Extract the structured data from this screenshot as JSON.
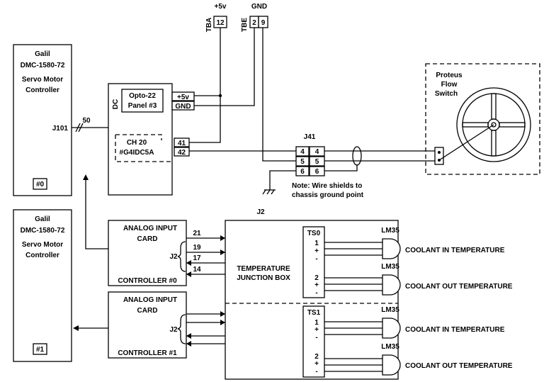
{
  "controllers": [
    {
      "brand": "Galil",
      "model": "DMC-1580-72",
      "line1": "Servo Motor",
      "line2": "Controller",
      "connector": "J101",
      "badge": "#0"
    },
    {
      "brand": "Galil",
      "model": "DMC-1580-72",
      "line1": "Servo Motor",
      "line2": "Controller",
      "badge": "#1"
    }
  ],
  "cable_count": "50",
  "opto": {
    "side_label": "DC",
    "panel_line1": "Opto-22",
    "panel_line2": "Panel #3",
    "pwr": "+5v",
    "gnd": "GND",
    "ch_line1": "CH 20",
    "ch_line2": "#G4IDC5A",
    "pin41": "41",
    "pin42": "42"
  },
  "terminals": {
    "tba_label": "TBA",
    "tba_supply": "+5v",
    "tba_pin": "12",
    "tbe_label": "TBE",
    "tbe_supply": "GND",
    "tbe_pin_a": "2",
    "tbe_pin_b": "9"
  },
  "j41": {
    "label": "J41",
    "pins": [
      "4",
      "5",
      "6"
    ],
    "note_line1": "Note: Wire shields to",
    "note_line2": "chassis ground point"
  },
  "flow_switch": {
    "line1": "Proteus",
    "line2": "Flow",
    "line3": "Switch"
  },
  "analog_cards": [
    {
      "line1": "ANALOG INPUT",
      "line2": "CARD",
      "j_label": "J2",
      "footer": "CONTROLLER #0",
      "pins": [
        "21",
        "19",
        "17",
        "14"
      ]
    },
    {
      "line1": "ANALOG INPUT",
      "line2": "CARD",
      "j_label": "J2",
      "footer": "CONTROLLER #1"
    }
  ],
  "junction": {
    "j_label": "J2",
    "line1": "TEMPERATURE",
    "line2": "JUNCTION BOX",
    "ts0": "TS0",
    "ts1": "TS1",
    "ch1": "1",
    "ch2": "2",
    "plus": "+",
    "minus": "-"
  },
  "sensors": [
    {
      "part": "LM35",
      "label": "COOLANT IN TEMPERATURE"
    },
    {
      "part": "LM35",
      "label": "COOLANT OUT TEMPERATURE"
    },
    {
      "part": "LM35",
      "label": "COOLANT IN TEMPERATURE"
    },
    {
      "part": "LM35",
      "label": "COOLANT OUT TEMPERATURE"
    }
  ]
}
